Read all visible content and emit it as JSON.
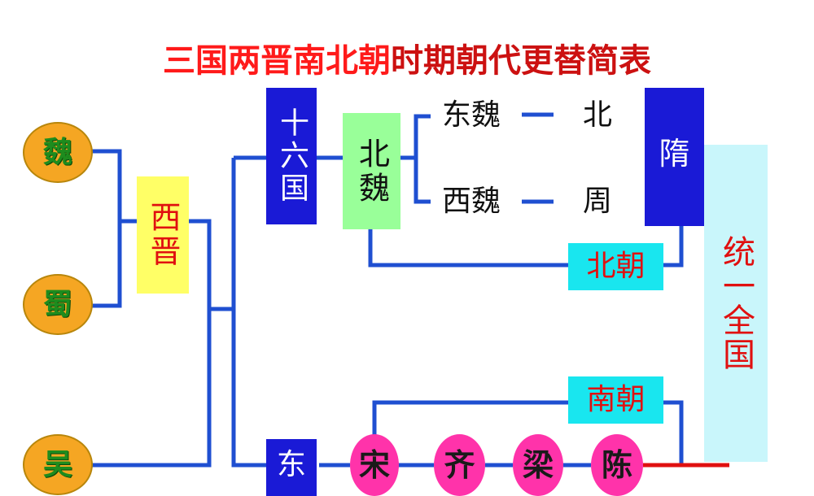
{
  "title": {
    "part1": "三国两晋南北朝",
    "part2": "时期朝代更替简表"
  },
  "states": {
    "wei": "魏",
    "shu": "蜀",
    "wu": "吴"
  },
  "xijin": "西晋",
  "dongjin_partial": "东",
  "shiliuguo": "十六国",
  "beiwei": "北魏",
  "dongwei": "东魏",
  "xiwei": "西魏",
  "bei_char": "北",
  "zhou_char": "周",
  "beichao": "北朝",
  "nanchao": "南朝",
  "sui": "隋",
  "tongyi": "统一全国",
  "southern_dynasties": [
    "宋",
    "齐",
    "梁",
    "陈"
  ],
  "colors": {
    "line": "#1f4fd1",
    "navy_box": "#1a1ad6",
    "yellow_box": "#ffff66",
    "green_box": "#99ff99",
    "cyan_box": "#19e6ef",
    "light_cyan_box": "#c9f6fb",
    "red_text": "#e01010",
    "pink_circle": "#ff33aa"
  }
}
